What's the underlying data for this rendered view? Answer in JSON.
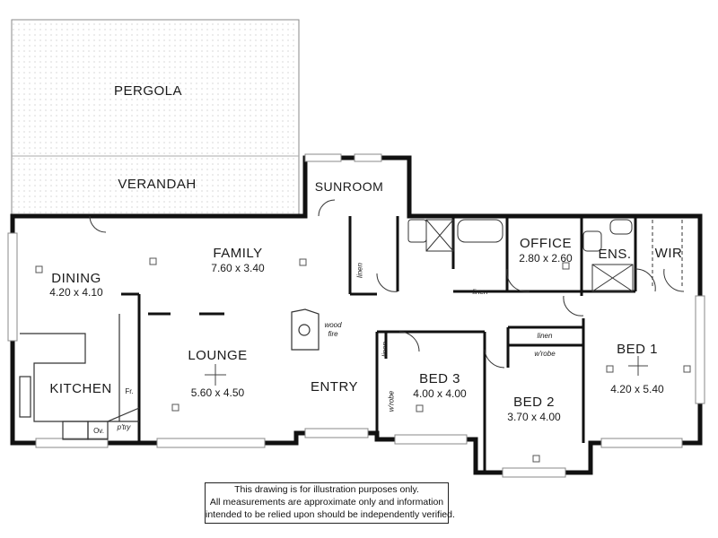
{
  "rooms": {
    "pergola": {
      "name": "PERGOLA"
    },
    "verandah": {
      "name": "VERANDAH"
    },
    "sunroom": {
      "name": "SUNROOM"
    },
    "family": {
      "name": "FAMILY",
      "size": "7.60 x 3.40"
    },
    "dining": {
      "name": "DINING",
      "size": "4.20 x 4.10"
    },
    "kitchen": {
      "name": "KITCHEN"
    },
    "lounge": {
      "name": "LOUNGE",
      "size": "5.60 x 4.50"
    },
    "entry": {
      "name": "ENTRY"
    },
    "office": {
      "name": "OFFICE",
      "size": "2.80 x 2.60"
    },
    "ens": {
      "name": "ENS."
    },
    "wir": {
      "name": "WIR"
    },
    "bed1": {
      "name": "BED 1",
      "size": "4.20 x 5.40"
    },
    "bed2": {
      "name": "BED 2",
      "size": "3.70 x 4.00"
    },
    "bed3": {
      "name": "BED 3",
      "size": "4.00 x 4.00"
    }
  },
  "fixtures": {
    "wood_fire_1": "wood",
    "wood_fire_2": "fire",
    "linen_1": "linen",
    "linen_2": "linen",
    "linen_3": "linen",
    "linen_4": "linen",
    "wrobe_1": "w'robe",
    "wrobe_2": "w'robe",
    "fridge": "Fr.",
    "oven": "Ov.",
    "pantry": "p'try"
  },
  "disclaimer": {
    "line1": "This drawing is for illustration purposes only.",
    "line2": "All measurements are approximate only and information",
    "line3": "intended to be relied upon should be independently verified."
  }
}
